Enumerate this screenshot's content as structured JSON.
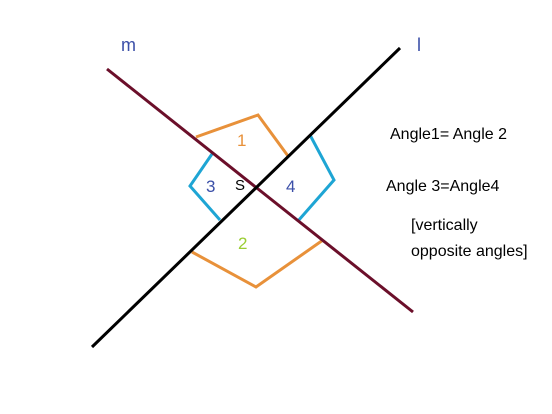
{
  "lines": {
    "l": {
      "label": "l",
      "color": "#000000",
      "label_color": "#3b4fa8"
    },
    "m": {
      "label": "m",
      "color": "#6b0f2a",
      "label_color": "#3b4fa8"
    }
  },
  "intersection_label": "S",
  "angles": {
    "a1": {
      "label": "1",
      "arc_color": "#e8913a",
      "label_color": "#e8913a"
    },
    "a2": {
      "label": "2",
      "arc_color": "#e8913a",
      "label_color": "#9acd32"
    },
    "a3": {
      "label": "3",
      "arc_color": "#1ea5d4",
      "label_color": "#3b4fa8"
    },
    "a4": {
      "label": "4",
      "arc_color": "#1ea5d4",
      "label_color": "#3b4fa8"
    }
  },
  "notes": {
    "line1": "Angle1= Angle 2",
    "line2": "Angle 3=Angle4",
    "line3": "[vertically",
    "line4": "opposite angles]"
  }
}
